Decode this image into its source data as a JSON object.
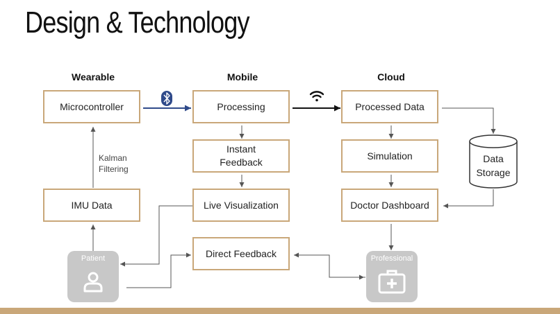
{
  "slide": {
    "title": "Design & Technology"
  },
  "columns": [
    "Wearable",
    "Mobile",
    "Cloud"
  ],
  "nodes": {
    "microcontroller": "Microcontroller",
    "imu_data": "IMU Data",
    "processing": "Processing",
    "instant_feedback": "Instant\nFeedback",
    "live_visualization": "Live Visualization",
    "direct_feedback": "Direct Feedback",
    "processed_data": "Processed Data",
    "simulation": "Simulation",
    "doctor_dashboard": "Doctor Dashboard",
    "data_storage": "Data\nStorage"
  },
  "edge_labels": {
    "kalman": "Kalman\nFiltering"
  },
  "actors": {
    "patient": "Patient",
    "professional": "Professional"
  },
  "icons": {
    "bluetooth": "bluetooth-icon",
    "wifi": "wifi-icon",
    "patient": "person-icon",
    "professional": "medical-kit-icon"
  },
  "colors": {
    "box_border": "#c9a779",
    "bluetooth_link": "#2f4a8a",
    "accent_bar": "#c9a779",
    "actor_fill": "#c8c8c8"
  }
}
